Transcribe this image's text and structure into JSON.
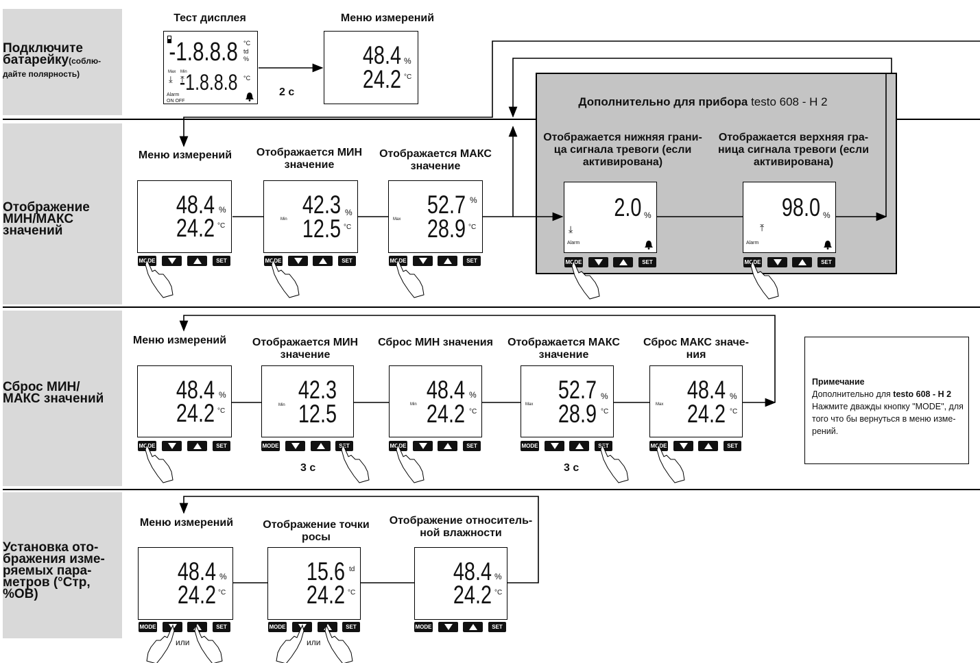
{
  "bands": [
    {
      "label": "Подключите батарейку",
      "small": "(соблю-дайте полярность)"
    },
    {
      "label": "Отображение МИН/МАКС значений"
    },
    {
      "label": "Сброс МИН/МАКС значений"
    },
    {
      "label": "Установка ото-бражения изме-ряемых пара-метров (°Стр, %ОВ)"
    }
  ],
  "row1": {
    "display_test_title": "Тест дисплея",
    "menu_title": "Меню измерений",
    "delay": "2 с",
    "test_top": "-1.8.8.8",
    "test_bottom": "-1.8.8.8",
    "u_c": "°C",
    "u_td": "td",
    "u_pct": "%",
    "max": "Max",
    "min": "Min",
    "alarm": "Alarm",
    "on_off": "ON OFF",
    "menu_top": "48.4",
    "menu_bottom": "24.2"
  },
  "row2": {
    "titles": [
      "Меню измерений",
      "Отображается МИН значение",
      "Отображается МАКС значение",
      "Отображается нижняя грани-ца сигнала тревоги (если активирована)",
      "Отображается верхняя гра-ница сигнала тревоги (если активирована)"
    ],
    "panel_title_bold": "Дополнительно для прибора",
    "panel_title_regular": "testo 608 - H 2",
    "v1": [
      "48.4",
      "24.2"
    ],
    "v2": [
      "42.3",
      "12.5"
    ],
    "v3": [
      "52.7",
      "28.9"
    ],
    "v4": "2.0",
    "v5": "98.0"
  },
  "row3": {
    "titles": [
      "Меню измерений",
      "Отображается МИН значение",
      "Сброс МИН значения",
      "Отображается МАКС значение",
      "Сброс МАКС значе-ния"
    ],
    "v1": [
      "48.4",
      "24.2"
    ],
    "v2": [
      "42.3",
      "12.5"
    ],
    "v3": [
      "48.4",
      "24.2"
    ],
    "v4": [
      "52.7",
      "28.9"
    ],
    "v5": [
      "48.4",
      "24.2"
    ],
    "hold": "3 с"
  },
  "row4": {
    "titles": [
      "Меню измерений",
      "Отображение точки росы",
      "Отображение относитель-ной влажности"
    ],
    "v1": [
      "48.4",
      "24.2"
    ],
    "v2": [
      "15.6",
      "24.2"
    ],
    "v3": [
      "48.4",
      "24.2"
    ],
    "or": "или"
  },
  "buttons": {
    "mode": "MODE",
    "set": "SET"
  },
  "note": {
    "heading": "Примечание",
    "line1_regular": "Дополнительно для",
    "line1_bold": "testo 608 - H 2",
    "body": "Нажмите дважды кнопку \"MODE\", для того что бы вернуться в меню изме-рений."
  },
  "units": {
    "pct": "%",
    "c": "°C",
    "td": "td",
    "min": "Min",
    "max": "Max",
    "alarm": "Alarm"
  }
}
